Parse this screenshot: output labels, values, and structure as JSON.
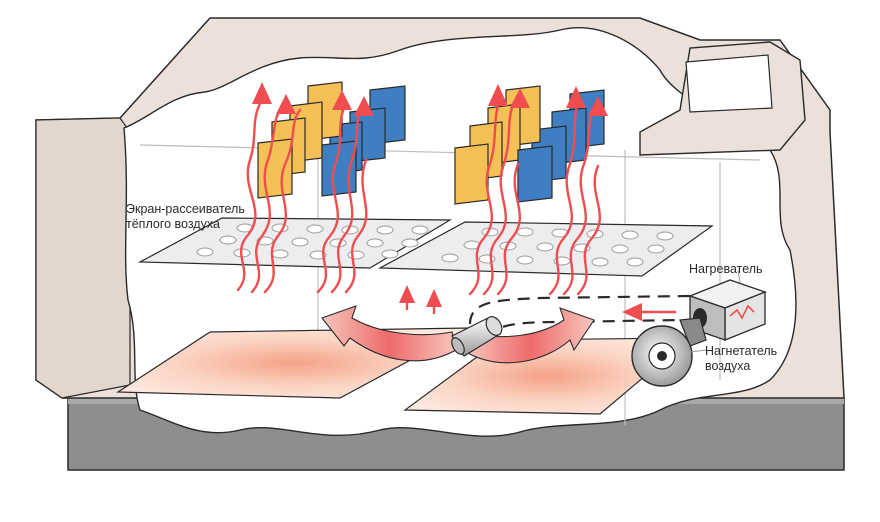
{
  "labels": {
    "screen_line1": "Экран-рассеиватель",
    "screen_line2": "тёплого воздуха",
    "heater": "Нагреватель",
    "blower_line1": "Нагнетатель",
    "blower_line2": "воздуха"
  },
  "colors": {
    "cabinet": "#ece1da",
    "base": "#8e8e8e",
    "card_yellow": "#f5c156",
    "card_blue": "#3f7fc1",
    "arrow_red": "#ef4d4f",
    "screen": "#ecedef",
    "heat_pad": "#f6b39a",
    "outline": "#2a2a2a"
  },
  "icons": {
    "heater": "heater-box-icon",
    "blower": "blower-fan-icon",
    "nozzle": "nozzle-icon",
    "control_panel": "control-panel-icon"
  }
}
